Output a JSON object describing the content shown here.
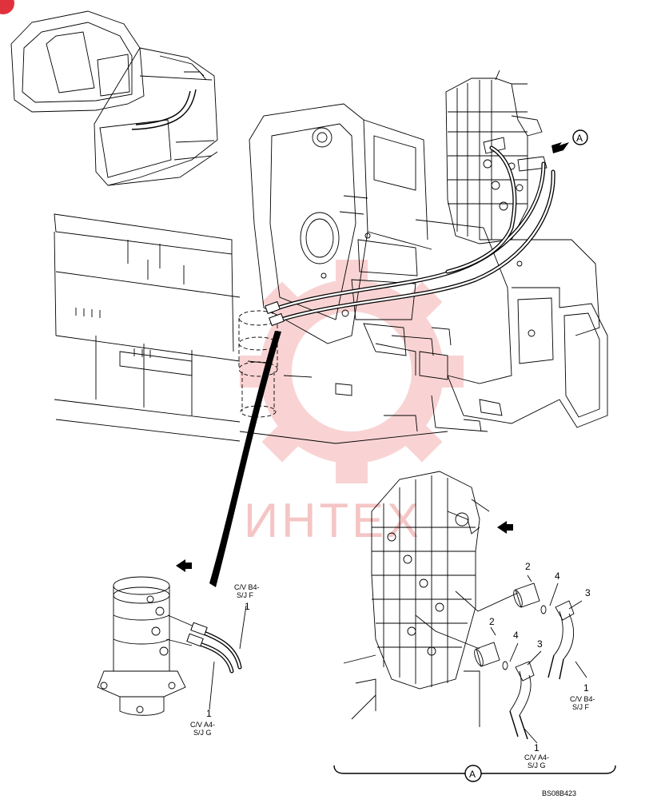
{
  "view_marker": "A",
  "parts": {
    "hose": "1",
    "adapter": "2",
    "elbow": "3",
    "o_ring": "4"
  },
  "connections": {
    "cv_b4": "C/V B4-",
    "sj_f": "S/J F",
    "cv_a4": "C/V A4-",
    "sj_g": "S/J G"
  },
  "watermark": "ИНТЕХ",
  "drawing_code": "BS08B423",
  "colors": {
    "line": "#000000",
    "watermark": "#f5c5c5",
    "badge": "#e0323c"
  }
}
